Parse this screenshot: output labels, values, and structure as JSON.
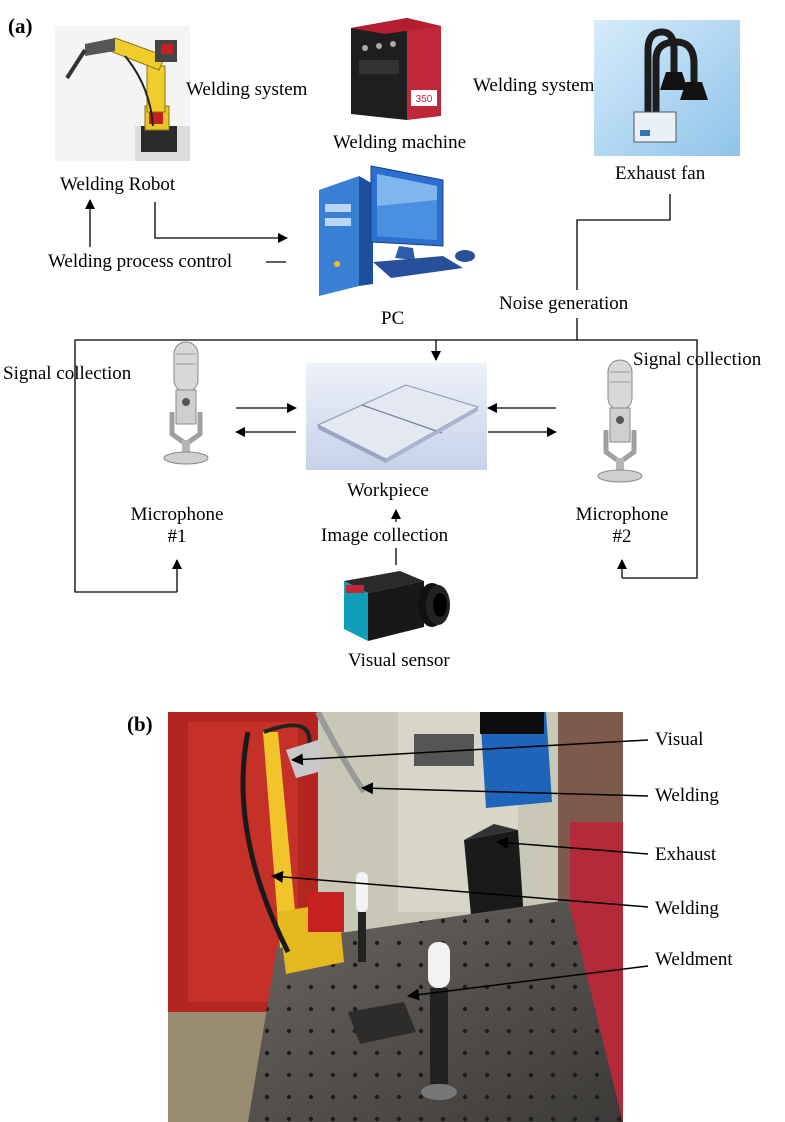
{
  "panel_a": {
    "label": "(a)",
    "welding_robot": "Welding Robot",
    "welding_system_left": "Welding system",
    "welding_machine": "Welding machine",
    "welding_system_right": "Welding system",
    "exhaust_fan": "Exhaust fan",
    "welding_process_control": "Welding process control",
    "pc": "PC",
    "noise_generation": "Noise generation",
    "signal_collection_left": "Signal collection",
    "signal_collection_right": "Signal collection",
    "workpiece": "Workpiece",
    "microphone_1": [
      "Microphone",
      "#1"
    ],
    "microphone_2": [
      "Microphone",
      "#2"
    ],
    "image_collection": "Image collection",
    "visual_sensor": "Visual sensor",
    "machine_badge": "350"
  },
  "panel_b": {
    "label": "(b)",
    "callouts": [
      "Visual",
      "Welding",
      "Exhaust",
      "Welding",
      "Weldment"
    ]
  }
}
